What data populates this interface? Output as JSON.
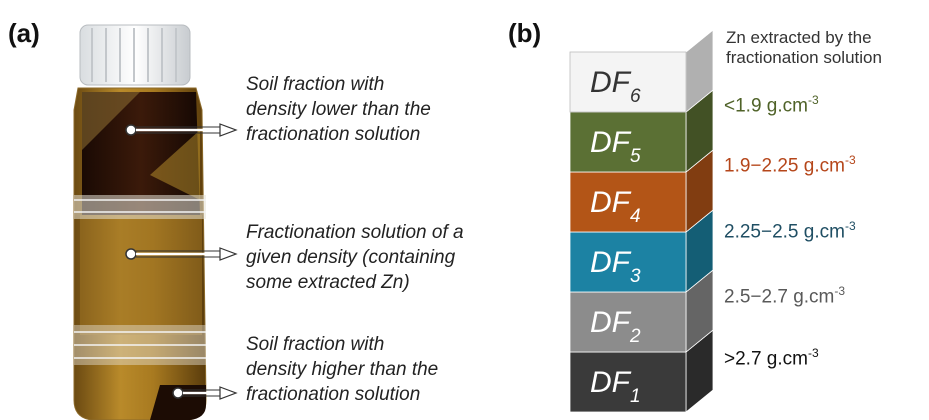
{
  "panels": {
    "a": "(a)",
    "b": "(b)"
  },
  "tube_annotations": [
    {
      "lines": [
        "Soil fraction with",
        "density lower than the",
        "fractionation solution"
      ]
    },
    {
      "lines": [
        "Fractionation solution of a",
        "given density (containing",
        "some extracted Zn)"
      ]
    },
    {
      "lines": [
        "Soil fraction with",
        "density higher than the",
        "fractionation solution"
      ]
    }
  ],
  "stack_top_label": [
    "Zn extracted by the",
    "fractionation solution"
  ],
  "blocks": [
    {
      "base": "DF",
      "sub": "6",
      "color": "#f4f4f4",
      "text_color": "#333333"
    },
    {
      "base": "DF",
      "sub": "5",
      "color": "#5b7034",
      "text_color": "#ffffff"
    },
    {
      "base": "DF",
      "sub": "4",
      "color": "#b35517",
      "text_color": "#ffffff"
    },
    {
      "base": "DF",
      "sub": "3",
      "color": "#1c82a3",
      "text_color": "#ffffff"
    },
    {
      "base": "DF",
      "sub": "2",
      "color": "#8c8c8c",
      "text_color": "#ffffff"
    },
    {
      "base": "DF",
      "sub": "1",
      "color": "#3a3a3a",
      "text_color": "#ffffff"
    }
  ],
  "density_labels": [
    {
      "text": "<1.9 g.cm",
      "sup": "-3",
      "color": "#4f6228"
    },
    {
      "text": "1.9−2.25 g.cm",
      "sup": "-3",
      "color": "#b5461a"
    },
    {
      "text": "2.25−2.5 g.cm",
      "sup": "-3",
      "color": "#1f4e63"
    },
    {
      "text": "2.5−2.7 g.cm",
      "sup": "-3",
      "color": "#595959"
    },
    {
      "text": ">2.7 g.cm",
      "sup": "-3",
      "color": "#111111"
    }
  ]
}
